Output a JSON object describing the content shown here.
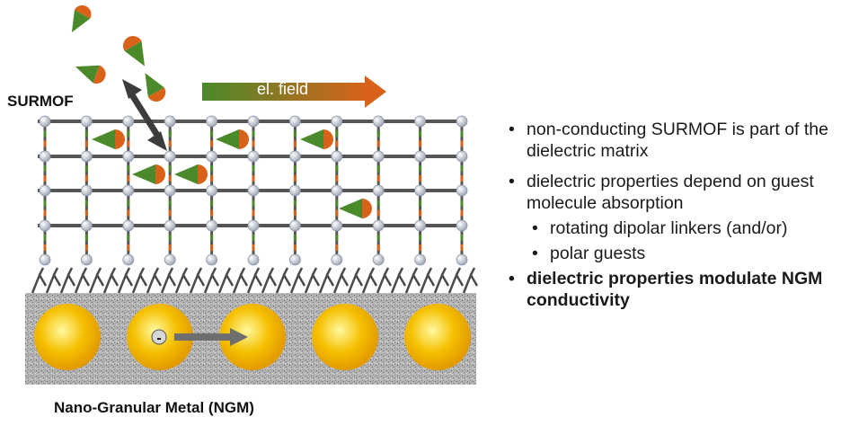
{
  "labels": {
    "surmof": "SURMOF",
    "field": "el. field",
    "ngm": "Nano-Granular Metal (NGM)",
    "charge": "-"
  },
  "bullets": [
    {
      "text": "non-conducting SURMOF is part of the dielectric matrix",
      "level": 0,
      "bold": false
    },
    {
      "text": "dielectric properties depend on guest molecule absorption",
      "level": 0,
      "bold": false
    },
    {
      "text": "rotating dipolar linkers (and/or)",
      "level": 1,
      "bold": false
    },
    {
      "text": "polar guests",
      "level": 1,
      "bold": false
    },
    {
      "text": "dielectric properties modulate NGM conductivity",
      "level": 0,
      "bold": true
    }
  ],
  "colors": {
    "green": "#4a8a2a",
    "orange": "#d9621a",
    "gold": "#f5c000",
    "grid": "#555555",
    "node": "#c8cdd6",
    "substrate": "#b8b8b8"
  },
  "icons": [
    "dipole-guest-icon",
    "double-arrow-icon",
    "field-arrow-icon",
    "electron-icon"
  ]
}
